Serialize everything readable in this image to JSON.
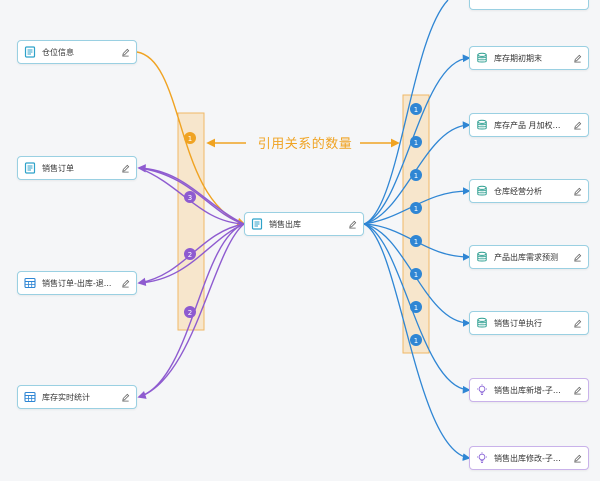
{
  "colors": {
    "background": "#f5f6f8",
    "node_border_teal": "#9ad0e2",
    "node_border_purple": "#c9b2ea",
    "doc_icon": "#2ea2c9",
    "db_icon": "#2a9d8f",
    "bulb_icon": "#8e6ad8",
    "edge_orange": "#f0a322",
    "edge_purple": "#8e5bd0",
    "edge_blue": "#2f86d4",
    "band_fill": "#f7e6cc",
    "band_border": "#f0b866"
  },
  "center_annotation": "引用关系的数量",
  "center_node": {
    "label": "销售出库",
    "icon": "document-icon"
  },
  "left_nodes": [
    {
      "label": "仓位信息",
      "icon": "document-icon",
      "edge_color": "orange",
      "count": "1"
    },
    {
      "label": "销售订单",
      "icon": "document-icon",
      "edge_color": "purple",
      "count": "3"
    },
    {
      "label": "销售订单-出库-退...",
      "icon": "table-icon",
      "edge_color": "purple",
      "count": "2"
    },
    {
      "label": "库存实时统计",
      "icon": "table-icon",
      "edge_color": "purple",
      "count": "2"
    }
  ],
  "right_nodes": [
    {
      "label": "库存期初期末",
      "icon": "database-icon",
      "count": "1"
    },
    {
      "label": "库存产品 月加权成...",
      "icon": "database-icon",
      "count": "1"
    },
    {
      "label": "仓库经营分析",
      "icon": "database-icon",
      "count": "1"
    },
    {
      "label": "产品出库需求预测",
      "icon": "database-icon",
      "count": "1"
    },
    {
      "label": "销售订单执行",
      "icon": "database-icon",
      "count": "1"
    },
    {
      "label": "销售出库新增-子拆...",
      "icon": "bulb-icon",
      "count": "1"
    },
    {
      "label": "销售出库修改-子拆...",
      "icon": "bulb-icon",
      "count": "1"
    }
  ],
  "extra_right_count": "1"
}
